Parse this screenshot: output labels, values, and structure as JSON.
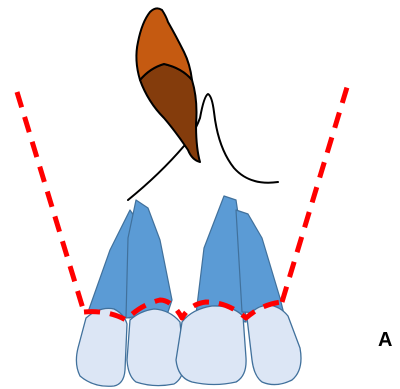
{
  "figure": {
    "panel_label": "A",
    "colors": {
      "tooth_light": "#dce6f5",
      "tooth_dark": "#5b9bd5",
      "tooth_outline": "#41719c",
      "flame_top": "#c55a11",
      "flame_bottom": "#843c0c",
      "guide_dash": "#ff0000",
      "curve": "#000000"
    },
    "components": [
      "dashed-v-guide",
      "brown-flame-shape",
      "black-curve",
      "blue-teeth-row"
    ]
  }
}
